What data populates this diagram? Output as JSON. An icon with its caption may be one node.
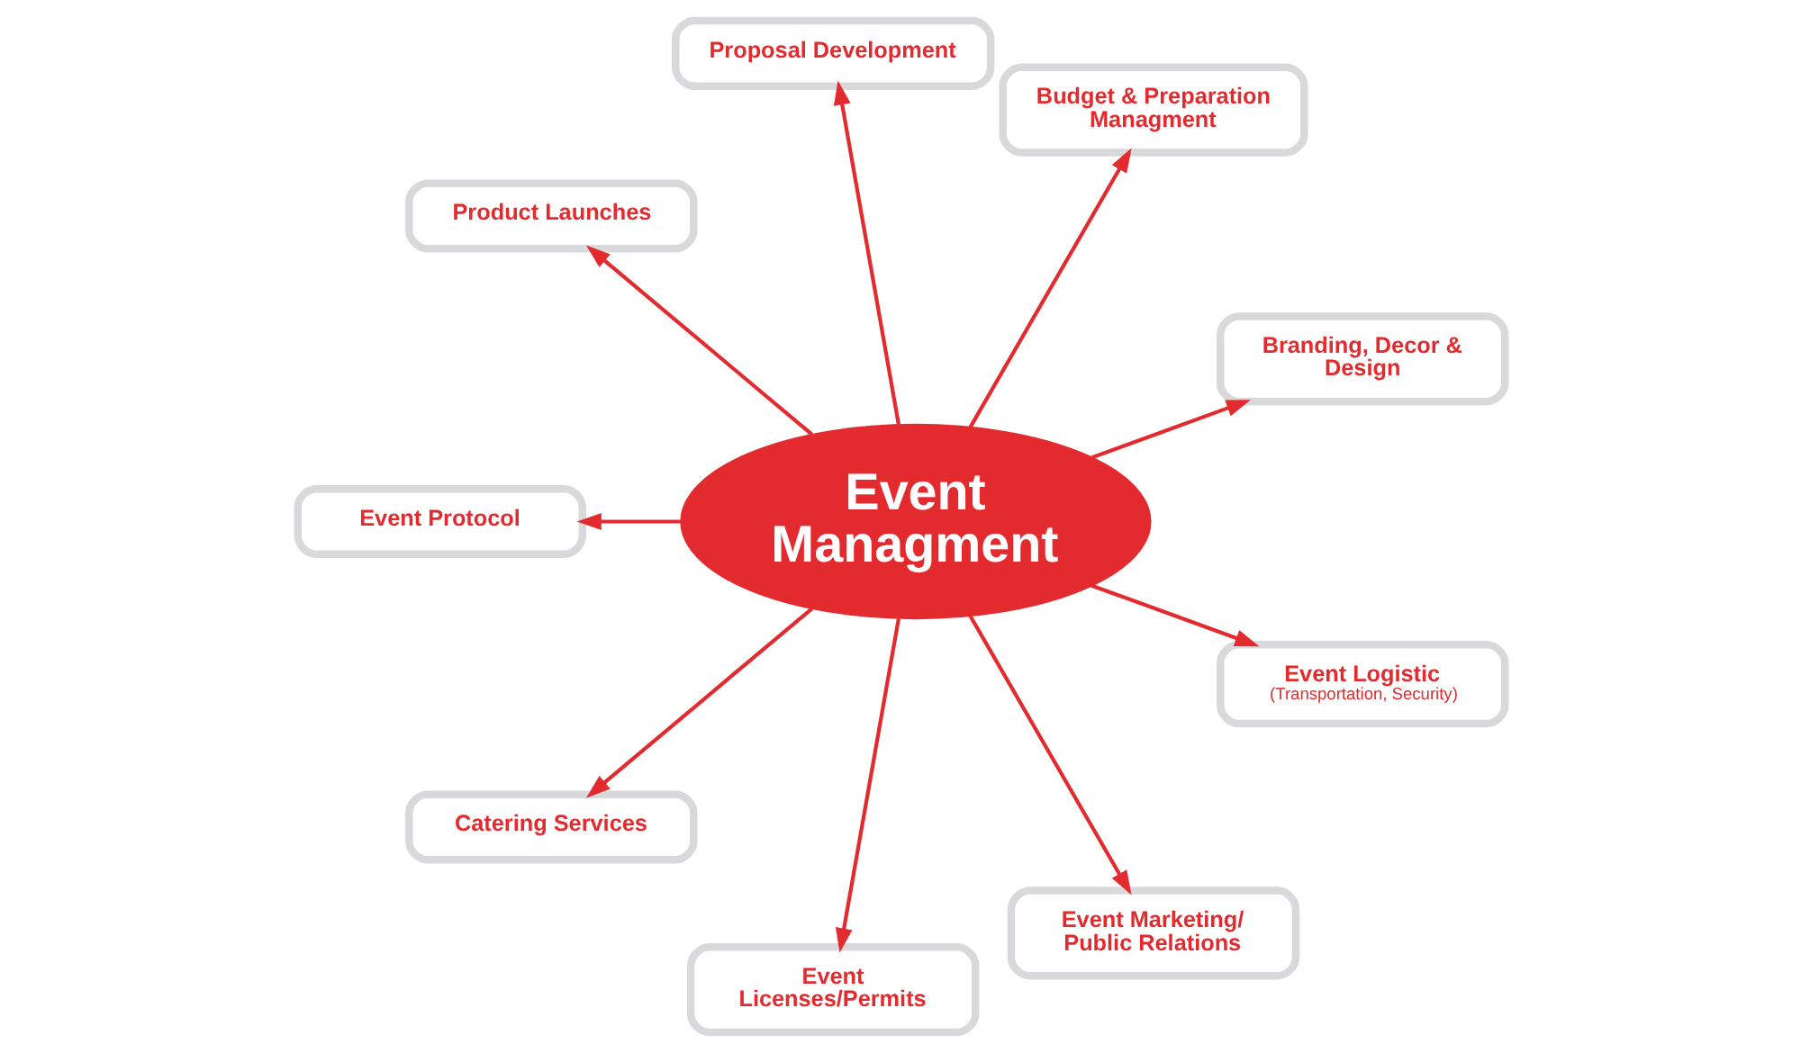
{
  "diagram": {
    "nodes": [
      {
        "text": [
          "Product Launches"
        ]
      },
      {
        "text": [
          "Proposal Development"
        ]
      },
      {
        "text": [
          "Budget & Preparation Managment"
        ]
      },
      {
        "text": [
          "Event Protocol"
        ]
      },
      {
        "text": [
          "Event Managment"
        ]
      },
      {
        "text": [
          "Branding, Decor & Design"
        ]
      },
      {
        "text": [
          "Catering Services"
        ]
      },
      {
        "text": [
          "Event Logistic",
          "(Transportation, Security)"
        ]
      },
      {
        "text": [
          "Event Licenses/Permits"
        ]
      },
      {
        "text": [
          "Event Marketing/ Public Relations"
        ]
      }
    ],
    "edges": [
      {
        "from": 4,
        "to": 0,
        "arrow": "to"
      },
      {
        "from": 4,
        "to": 1,
        "arrow": "to"
      },
      {
        "from": 4,
        "to": 2,
        "arrow": "to"
      },
      {
        "from": 4,
        "to": 5,
        "arrow": "to"
      },
      {
        "from": 4,
        "to": 7,
        "arrow": "to"
      },
      {
        "from": 4,
        "to": 9,
        "arrow": "to"
      },
      {
        "from": 4,
        "to": 8,
        "arrow": "to"
      },
      {
        "from": 4,
        "to": 6,
        "arrow": "to"
      },
      {
        "from": 4,
        "to": 3,
        "arrow": "to"
      }
    ]
  }
}
